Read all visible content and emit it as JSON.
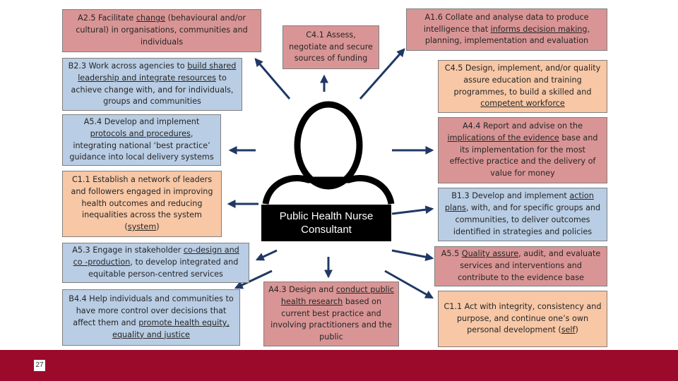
{
  "center": {
    "label": "Public Health Nurse Consultant",
    "icon": "person-outline-icon"
  },
  "boxes": {
    "a25": {
      "t1": "A2.5 Facilitate ",
      "u1": "change",
      "t2": " (behavioural and/or cultural) in organisations, communities and individuals"
    },
    "b23": {
      "t1": "B2.3 Work across agencies to ",
      "u1": "build shared leadership and integrate resources",
      "t2": " to achieve change with, and for individuals, groups and communities"
    },
    "a54": {
      "t1": "A5.4 Develop and implement ",
      "u1": "protocols and procedures",
      "t2": ", integrating national ‘best practice’ guidance into local delivery systems"
    },
    "c11a": {
      "t1": "C1.1 Establish a network of leaders and followers engaged in improving health outcomes and reducing inequalities across the system (",
      "u1": "system",
      "t2": ")"
    },
    "a53": {
      "t1": "A5.3 Engage in stakeholder ",
      "u1": "co-design and co -production",
      "t2": ", to develop integrated and equitable person-centred services"
    },
    "b44": {
      "t1": "B4.4 Help individuals and communities to have more control over decisions that affect them and ",
      "u1": "promote health equity, equality and justice",
      "t2": ""
    },
    "c41": {
      "t1": "C4.1 Assess, negotiate and secure sources of funding",
      "u1": "",
      "t2": ""
    },
    "a43": {
      "t1": "A4.3 Design and ",
      "u1": "conduct public health research",
      "t2": " based on current best practice and involving practitioners and the public"
    },
    "a16": {
      "t1": "A1.6 Collate and analyse data to produce intelligence that ",
      "u1": "informs decision making",
      "t2": ", planning, implementation and evaluation"
    },
    "c45": {
      "t1": "C4.5 Design, implement, and/or quality assure education and training programmes, to build a skilled and ",
      "u1": "competent workforce",
      "t2": ""
    },
    "a44": {
      "t1": "A4.4 Report and advise on the ",
      "u1": "implications of the evidence",
      "t2": " base and its implementation for the most effective practice and the delivery of value for money"
    },
    "b13": {
      "t1": "B1.3 Develop and implement ",
      "u1": "action plans",
      "t2": ", with, and for specific groups and communities, to deliver outcomes identified in strategies and policies"
    },
    "a55": {
      "t1": "A5.5 ",
      "u1": "Quality assure",
      "t2": ", audit, and evaluate services and interventions and contribute to the evidence base"
    },
    "c11b": {
      "t1": "C1.1 Act with integrity, consistency and purpose, and continue one’s own personal development (",
      "u1": "self",
      "t2": ")"
    }
  },
  "footer": {
    "page_number": "27"
  },
  "colors": {
    "red_box": "#d99595",
    "blue_box": "#b9cde4",
    "orange_box": "#f7c7a6",
    "arrow": "#203864",
    "footer": "#9b0a2b"
  }
}
